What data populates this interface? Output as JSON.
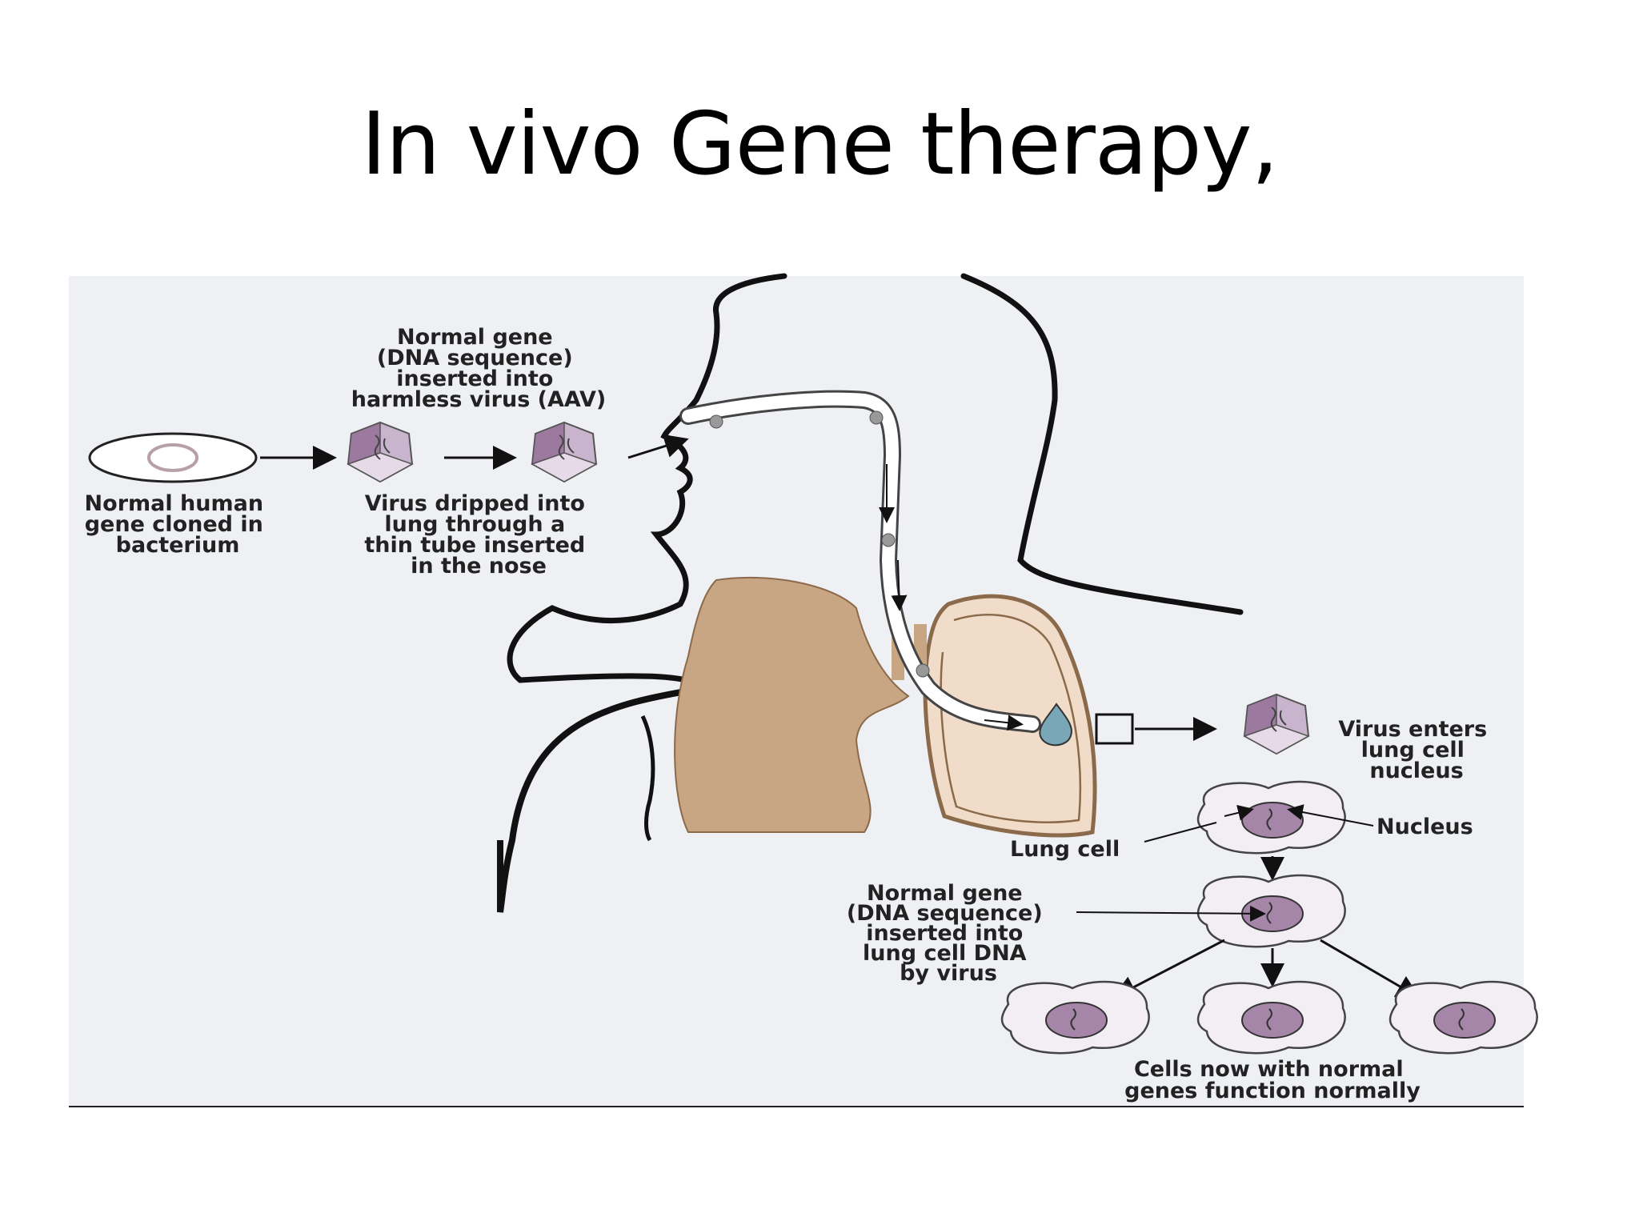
{
  "slide": {
    "title": "In vivo Gene therapy,"
  },
  "diagram": {
    "labels": {
      "normal_gene_aav": [
        "Normal gene",
        "(DNA sequence)",
        "inserted into",
        "harmless virus (AAV)"
      ],
      "normal_human_gene": [
        "Normal human",
        "gene cloned in",
        "bacterium"
      ],
      "virus_dripped": [
        "Virus dripped into",
        "lung through a",
        "thin tube inserted",
        "in the nose"
      ],
      "virus_enters": [
        "Virus enters",
        "lung cell",
        "nucleus"
      ],
      "nucleus": "Nucleus",
      "lung_cell": "Lung cell",
      "normal_gene_inserted": [
        "Normal gene",
        "(DNA sequence)",
        "inserted into",
        "lung cell DNA",
        "by virus"
      ],
      "cells_now_normal": [
        "Cells now with normal",
        "genes function normally"
      ]
    },
    "colors": {
      "panel_bg": "#eef0f4",
      "lung": "#c9a683",
      "lung_light": "#f0dcc8",
      "virus": "#a88aa8",
      "nucleus": "#a585a8",
      "cell": "#f3eef4"
    },
    "icons": [
      "bacterium-icon",
      "virus-icon",
      "lung-cell-icon",
      "droplet-icon"
    ]
  }
}
